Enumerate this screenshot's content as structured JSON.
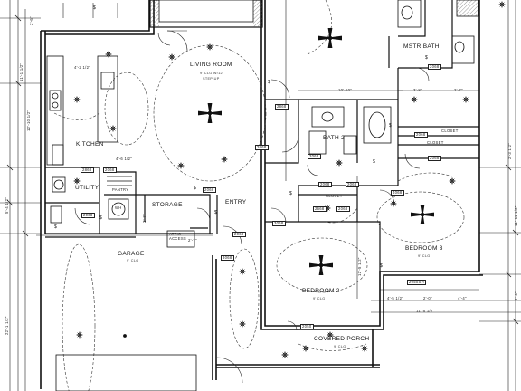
{
  "rooms": {
    "living_room": "LIVING ROOM",
    "living_note1": "9' CLG W/12'",
    "living_note2": "STEP-UP",
    "kitchen": "KITCHEN",
    "utility": "UTILITY",
    "pantry": "PANTRY",
    "storage": "STORAGE",
    "entry": "ENTRY",
    "garage": "GARAGE",
    "garage_clg": "9' CLG",
    "bath2": "BATH 2",
    "mstr_bath": "MSTR BATH",
    "bedroom2": "BEDROOM 2",
    "bedroom3": "BEDROOM 3",
    "bed_clg": "9' CLG",
    "covered_porch": "COVERED PORCH",
    "porch_clg": "9' CLG",
    "closet": "CLOSET",
    "attic_access1": "ATTIC",
    "attic_access2": "ACCESS",
    "wh": "WH"
  },
  "dimensions": {
    "top_left": "2'-6\"",
    "left_1": "11'-1 1/2\"",
    "left_2": "12'-10 1/2\"",
    "left_3": "5'-4 1/2\"",
    "left_4": "22'-1 1/2\"",
    "kitchen_w": "4'-2 1/2\"",
    "pantry_w": "4'-6 1/2\"",
    "hall_1": "10'-10\"",
    "hall_2": "3'-8\"",
    "hall_3": "2'-7\"",
    "right_1": "2'-3 1/2\"",
    "right_2": "11'-11 1/2\"",
    "right_3": "9'-4\"",
    "bed2_v": "12'-5 1/2\"",
    "bed_d1": "4'-5 1/2\"",
    "bed_d2": "2'-0\"",
    "bed_d3": "4'-4\"",
    "bed_d4": "11'-5 1/2\"",
    "entry_w": "2'-7\"",
    "pantry_d": "2'-7\""
  },
  "doors": [
    "2868",
    "2068",
    "2868",
    "2068",
    "2068",
    "2068",
    "2068",
    "3068",
    "2668",
    "2068",
    "2050",
    "2068",
    "2068",
    "2068",
    "2068",
    "2068",
    "3068",
    "4068",
    "2068",
    "2050SH"
  ],
  "icons": [
    "ceiling-fan-icon",
    "light-fixture-icon",
    "switch-icon",
    "range-icon"
  ]
}
